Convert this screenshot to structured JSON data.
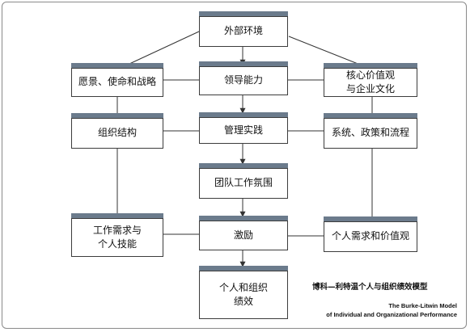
{
  "nodes": {
    "external": "外部环境",
    "mission": "愿景、使命和战略",
    "leadership": "领导能力",
    "culture": "核心价值观\n与企业文化",
    "structure": "组织结构",
    "practices": "管理实践",
    "systems": "系统、政策和流程",
    "climate": "团队工作氛围",
    "task": "工作需求与\n个人技能",
    "motivation": "激励",
    "values": "个人需求和价值观",
    "performance": "个人和组织\n绩效"
  },
  "caption": {
    "zh": "博科—利特温个人与组织绩效模型",
    "en_line1": "The Burke-Litwin Model",
    "en_line2": "of Individual and Organizational Performance"
  },
  "colors": {
    "box_top_bar": "#6b7b8c",
    "arrow": "#333333"
  }
}
